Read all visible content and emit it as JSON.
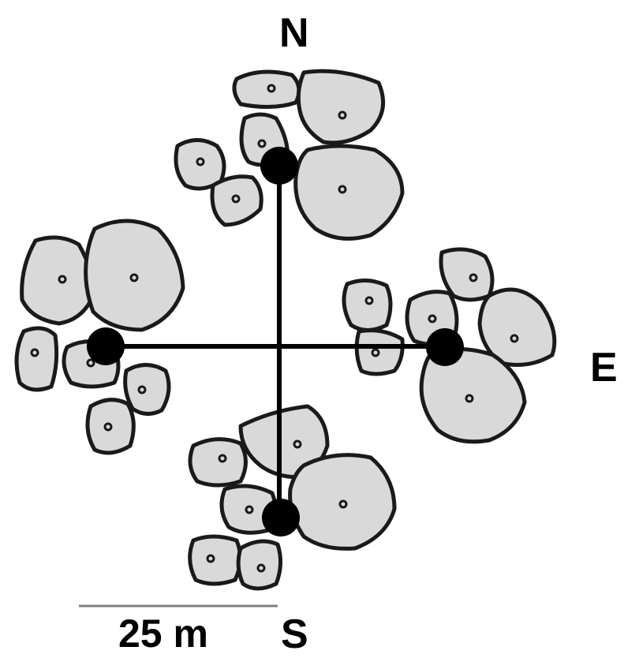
{
  "directions": {
    "north": "N",
    "east": "E",
    "south": "S"
  },
  "scale_bar": {
    "label": "25 m"
  },
  "colors": {
    "crown_fill": "#d9d9d9",
    "outline": "#1a1a1a",
    "center_dot": "#000000",
    "scale_line": "#808080"
  }
}
